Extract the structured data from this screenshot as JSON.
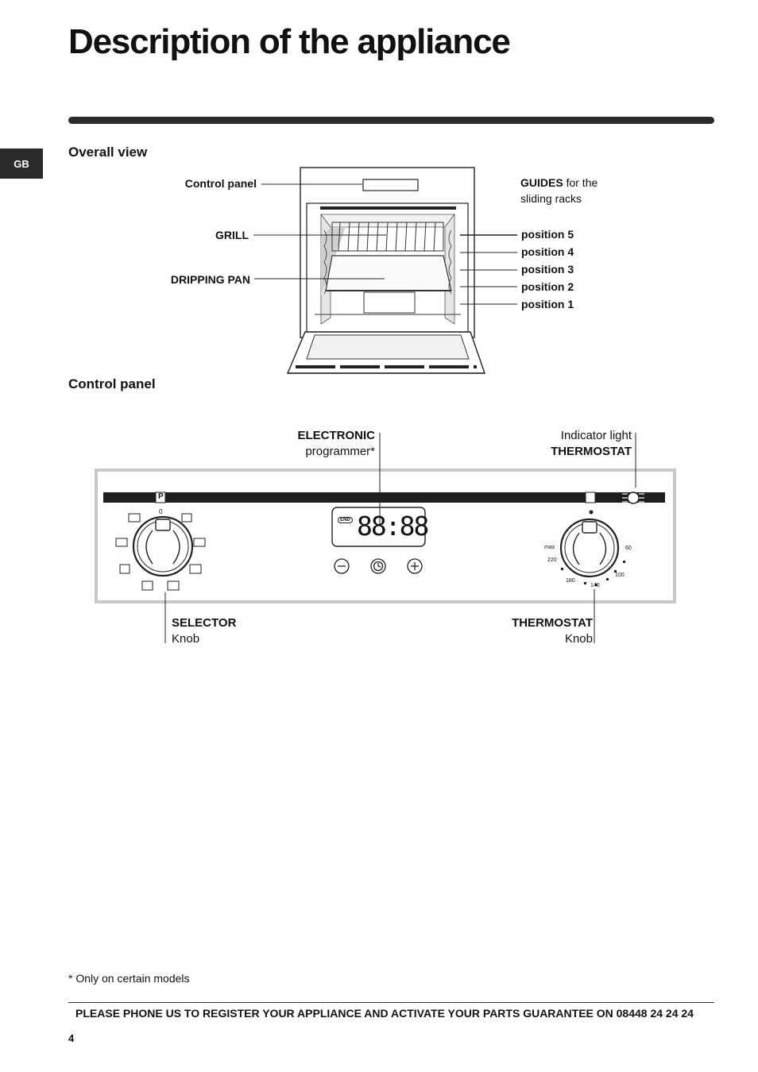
{
  "title": "Description of the appliance",
  "lang_tab": "GB",
  "overall_view": {
    "heading": "Overall view",
    "labels": {
      "control_panel": "Control panel",
      "grill": "GRILL",
      "dripping_pan": "DRIPPING PAN",
      "guides_bold": "GUIDES",
      "guides_rest": "for the sliding racks"
    },
    "positions": [
      "position 5",
      "position 4",
      "position 3",
      "position 2",
      "position 1"
    ]
  },
  "control_panel": {
    "heading": "Control panel",
    "electronic_bold": "ELECTRONIC",
    "electronic_rest": "programmer*",
    "indicator_rest": "Indicator light",
    "indicator_bold": "THERMOSTAT",
    "selector_bold": "SELECTOR",
    "selector_rest": "Knob",
    "thermostat_bold": "THERMOSTAT",
    "thermostat_rest": "Knob",
    "panel_p_mark": "P",
    "selector_zero": "0",
    "display_digits": "88:88",
    "display_end": "END",
    "thermostat_scale": {
      "max": "max",
      "t220": "220",
      "t180": "180",
      "t140": "140",
      "t100": "100",
      "t60": "60"
    }
  },
  "footnote": "* Only on certain models",
  "footer": "PLEASE PHONE US TO REGISTER YOUR APPLIANCE AND ACTIVATE YOUR PARTS GUARANTEE ON 08448 24 24 24",
  "page_number": "4"
}
